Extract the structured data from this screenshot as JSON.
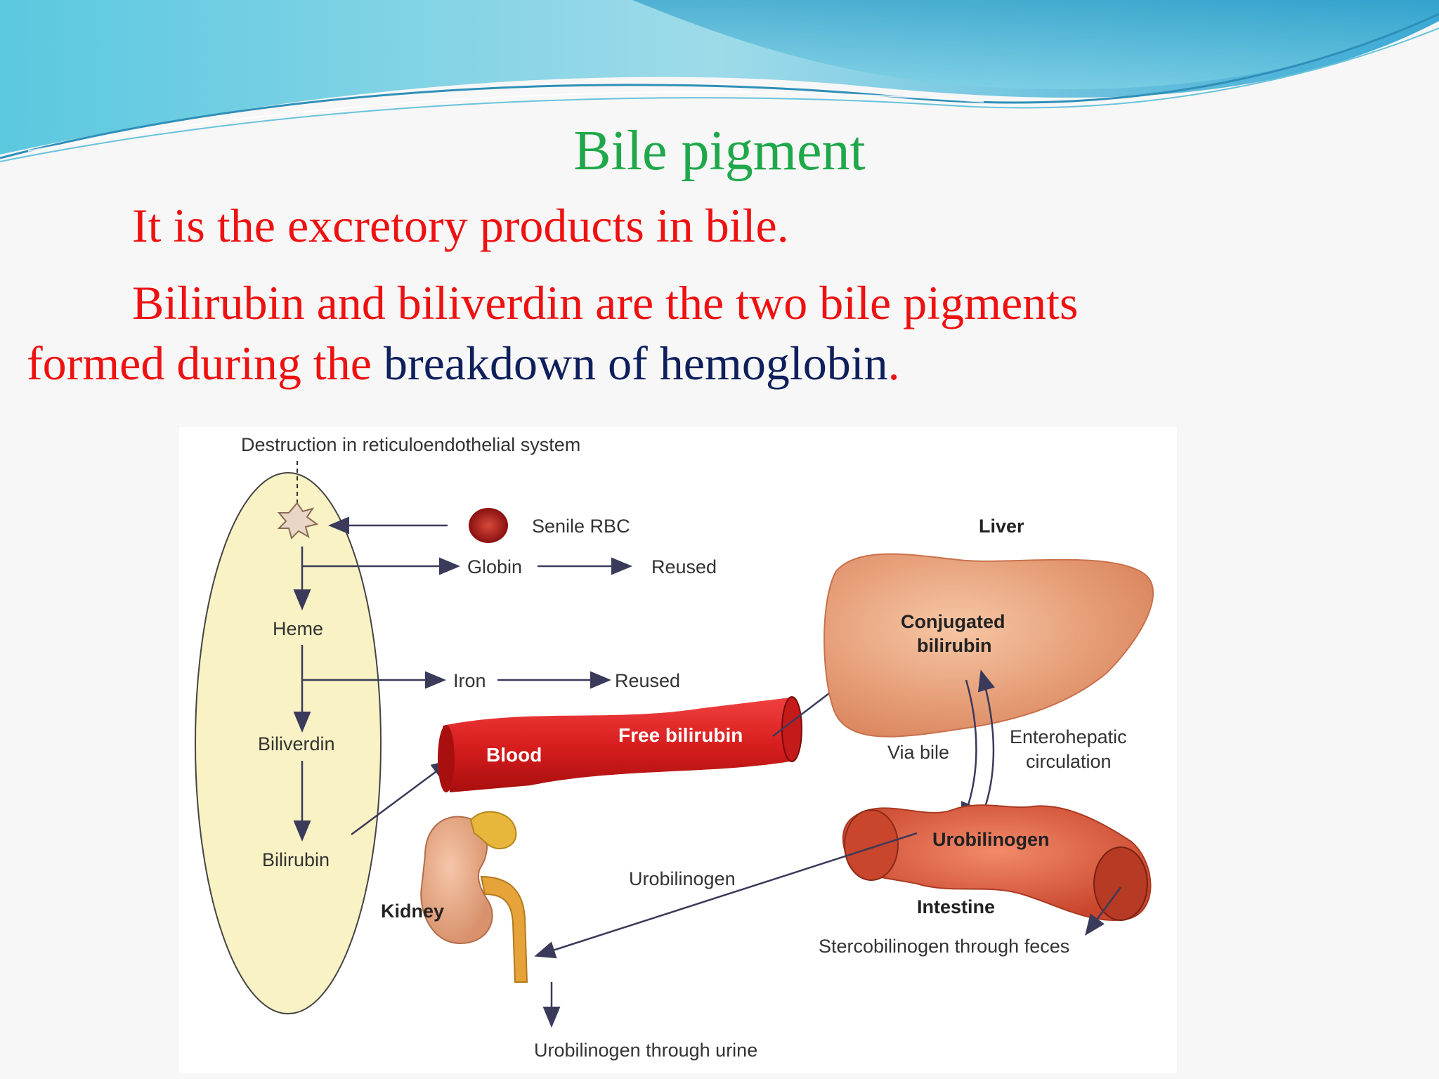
{
  "slide": {
    "title": "Bile pigment",
    "line1": "It is the excretory products in bile.",
    "line2": "Bilirubin and biliverdin are the two bile pigments",
    "line3_part1": "formed during the ",
    "line3_highlight": "breakdown of hemoglobin",
    "line3_end": "."
  },
  "colors": {
    "title": "#1fa84a",
    "body_text": "#ee1111",
    "highlight": "#0e1f5c",
    "wave_light": "#aee6ef",
    "wave_dark": "#3ba9d4"
  },
  "diagram": {
    "header": "Destruction in reticuloendothelial system",
    "senile_rbc": "Senile RBC",
    "globin": "Globin",
    "reused_1": "Reused",
    "heme": "Heme",
    "iron": "Iron",
    "reused_2": "Reused",
    "biliverdin": "Biliverdin",
    "bilirubin": "Bilirubin",
    "blood": "Blood",
    "free_bilirubin": "Free bilirubin",
    "liver": "Liver",
    "conjugated_1": "Conjugated",
    "conjugated_2": "bilirubin",
    "via_bile": "Via bile",
    "enterohepatic_1": "Enterohepatic",
    "enterohepatic_2": "circulation",
    "urobilinogen_intestine": "Urobilinogen",
    "intestine": "Intestine",
    "stercobilinogen": "Stercobilinogen through feces",
    "urobilinogen_arrow": "Urobilinogen",
    "kidney": "Kidney",
    "urobilinogen_urine": "Urobilinogen through urine"
  }
}
